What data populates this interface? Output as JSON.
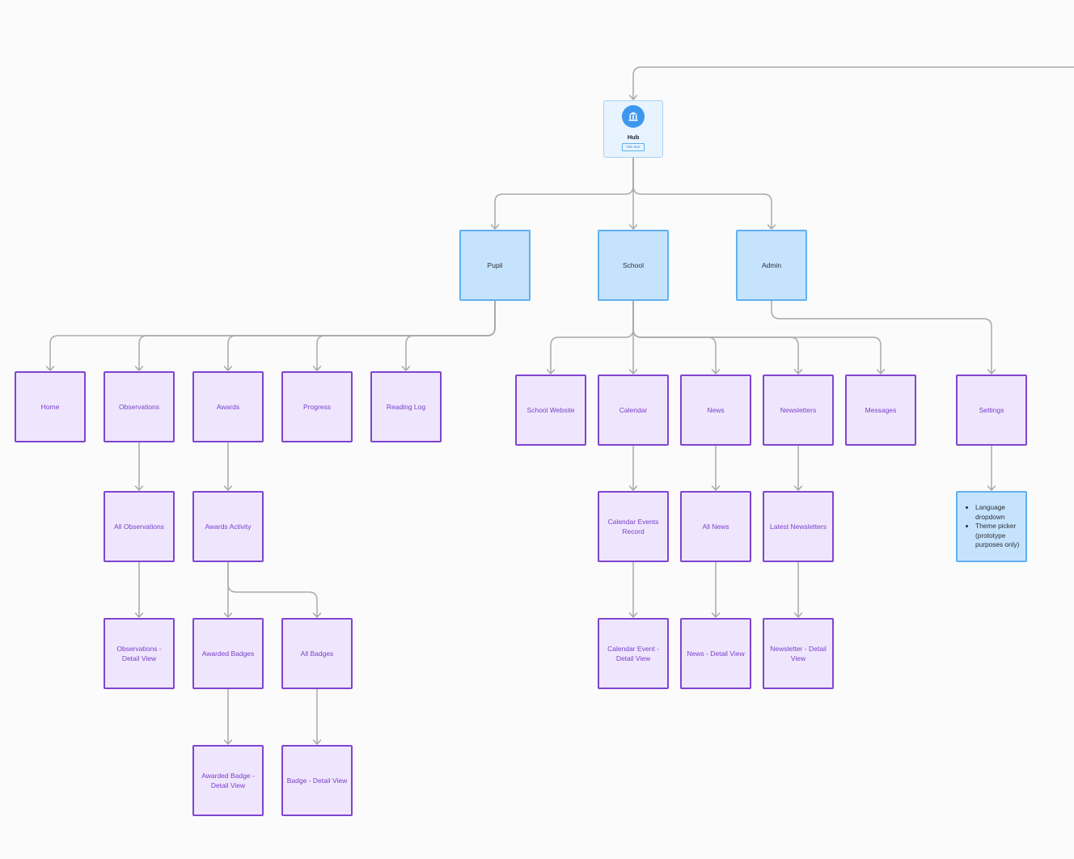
{
  "hub": {
    "label": "Hub",
    "tag": "Tab Bar",
    "icon": "building-icon"
  },
  "sections": {
    "pupil": "Pupil",
    "school": "School",
    "admin": "Admin"
  },
  "pupil_pages": {
    "home": "Home",
    "observations": "Observations",
    "awards": "Awards",
    "progress": "Progress",
    "reading_log": "Reading Log",
    "all_observations": "All Observations",
    "observations_detail": "Observations - Detail View",
    "awards_activity": "Awards Activity",
    "awarded_badges": "Awarded Badges",
    "all_badges": "All Badges",
    "awarded_badge_detail": "Awarded Badge - Detail View",
    "badge_detail": "Badge - Detail View"
  },
  "school_pages": {
    "school_website": "School Website",
    "calendar": "Calendar",
    "news": "News",
    "newsletters": "Newsletters",
    "messages": "Messages",
    "calendar_events_record": "Calendar Events Record",
    "calendar_event_detail": "Calendar Event - Detail View",
    "all_news": "All News",
    "news_detail": "News - Detail View",
    "latest_newsletters": "Latest Newsletters",
    "newsletter_detail": "Newsletter - Detail View"
  },
  "admin_pages": {
    "settings": "Settings",
    "settings_notes": [
      "Language dropdown",
      "Theme picker (prototype purposes only)"
    ]
  },
  "colors": {
    "page_node_fill": "#efe6fd",
    "page_node_border": "#7f45cf",
    "section_node_fill": "#c6e3fd",
    "section_node_border": "#5fb1f0",
    "connector": "#a9a9a9"
  }
}
